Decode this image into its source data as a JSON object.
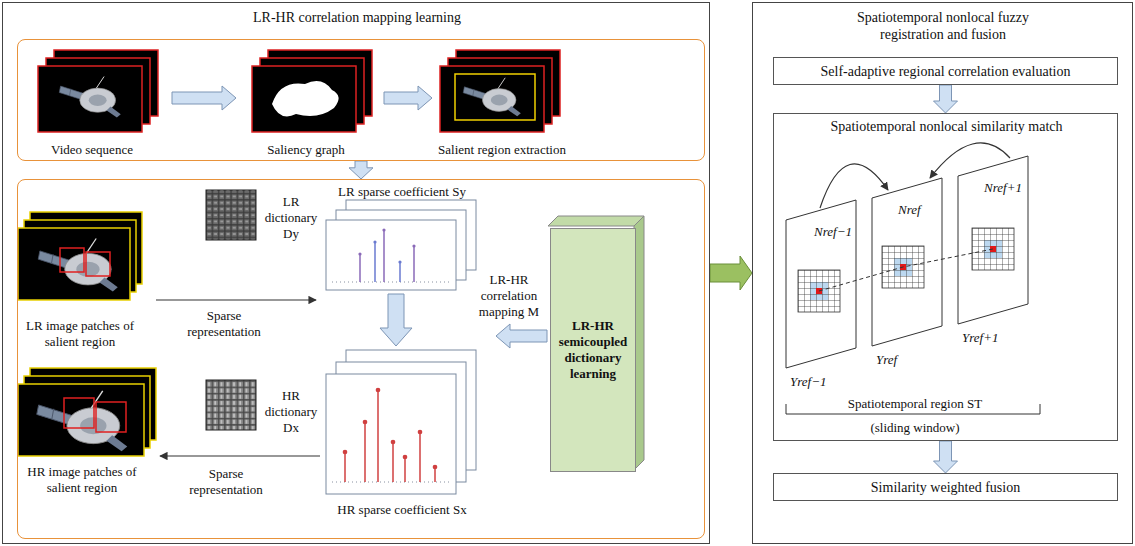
{
  "diagram": {
    "nodes": [
      {
        "text": [
          "LR-HR correlation mapping learning"
        ]
      },
      {
        "text": [
          "Video sequence",
          "Saliency graph",
          "Salient region extraction"
        ],
        "in": 0
      },
      {
        "text": [
          "LR sparse coefficient Sy",
          "LR dictionary Dy",
          "LR image patches of salient region",
          "Sparse representation",
          "LR-HR correlation mapping M",
          "HR dictionary Dx",
          "HR image patches of salient region",
          "Sparse representation",
          "HR sparse coefficient Sx"
        ],
        "in": 0
      },
      {
        "text": [
          "LR-HR semicoupled dictionary learning"
        ],
        "in": 2
      },
      {
        "text": [
          "Spatiotemporal nonlocal fuzzy registration and fusion"
        ]
      },
      {
        "text": [
          "Self-adaptive regional correlation evaluation"
        ],
        "in": 4
      },
      {
        "text": [
          "Spatiotemporal nonlocal similarity match",
          "Nref−1",
          "Nref",
          "Nref+1",
          "Yref−1",
          "Yref",
          "Yref+1",
          "Spatiotemporal region ST",
          "(sliding window)"
        ],
        "in": 4
      },
      {
        "text": [
          "Similarity weighted fusion"
        ],
        "in": 4
      }
    ],
    "edges": [
      {
        "from": 1,
        "to": 2,
        "arrow": "to"
      },
      {
        "from": 0,
        "to": 4,
        "arrow": "to"
      },
      {
        "from": 5,
        "to": 6,
        "arrow": "to"
      },
      {
        "from": 6,
        "to": 7,
        "arrow": "to"
      }
    ]
  }
}
